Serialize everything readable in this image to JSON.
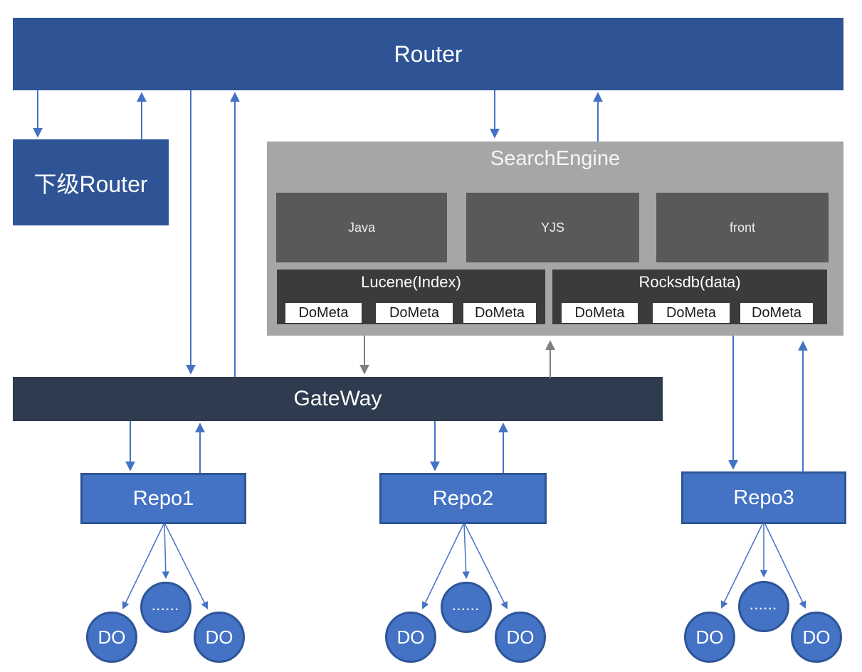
{
  "diagram": {
    "router": {
      "label": "Router"
    },
    "sub_router": {
      "label": "下级Router"
    },
    "search_engine": {
      "title": "SearchEngine",
      "modules": [
        {
          "label": "Java"
        },
        {
          "label": "YJS"
        },
        {
          "label": "front"
        }
      ],
      "stores": [
        {
          "label": "Lucene(Index)",
          "children": [
            {
              "label": "DoMeta"
            },
            {
              "label": "DoMeta"
            },
            {
              "label": "DoMeta"
            }
          ]
        },
        {
          "label": "Rocksdb(data)",
          "children": [
            {
              "label": "DoMeta"
            },
            {
              "label": "DoMeta"
            },
            {
              "label": "DoMeta"
            }
          ]
        }
      ]
    },
    "gateway": {
      "label": "GateWay"
    },
    "repos": [
      {
        "label": "Repo1",
        "nodes": [
          {
            "label": "DO"
          },
          {
            "label": "......"
          },
          {
            "label": "DO"
          }
        ]
      },
      {
        "label": "Repo2",
        "nodes": [
          {
            "label": "DO"
          },
          {
            "label": "......"
          },
          {
            "label": "DO"
          }
        ]
      },
      {
        "label": "Repo3",
        "nodes": [
          {
            "label": "DO"
          },
          {
            "label": "......"
          },
          {
            "label": "DO"
          }
        ]
      }
    ],
    "colors": {
      "router_blue": "#2F5496",
      "repo_fill": "#4472C4",
      "repo_border": "#2E5597",
      "gateway_navy": "#2F3B4E",
      "engine_panel_gray": "#A6A6A6",
      "module_gray": "#595959",
      "store_gray": "#3B3B3B",
      "chip_bg": "#FFFFFF",
      "chip_text": "#1A1A1A",
      "arrow_blue": "#4472C4",
      "arrow_gray": "#7F7F7F"
    }
  }
}
